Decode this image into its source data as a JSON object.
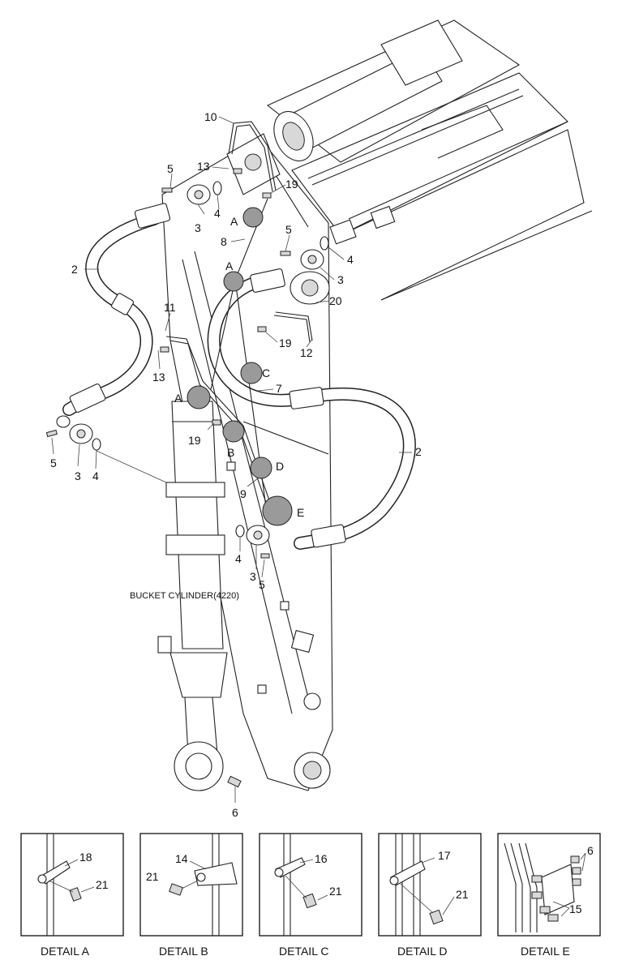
{
  "callouts": [
    {
      "id": "c10",
      "text": "10"
    },
    {
      "id": "c13a",
      "text": "13"
    },
    {
      "id": "c5a",
      "text": "5"
    },
    {
      "id": "c19a",
      "text": "19"
    },
    {
      "id": "cA1",
      "text": "A"
    },
    {
      "id": "c4a",
      "text": "4"
    },
    {
      "id": "c3a",
      "text": "3"
    },
    {
      "id": "c8",
      "text": "8"
    },
    {
      "id": "c5b",
      "text": "5"
    },
    {
      "id": "c4b",
      "text": "4"
    },
    {
      "id": "c2a",
      "text": "2"
    },
    {
      "id": "cA2",
      "text": "A"
    },
    {
      "id": "c3b",
      "text": "3"
    },
    {
      "id": "c20",
      "text": "20"
    },
    {
      "id": "c11",
      "text": "11"
    },
    {
      "id": "c19b",
      "text": "19"
    },
    {
      "id": "c12",
      "text": "12"
    },
    {
      "id": "c13b",
      "text": "13"
    },
    {
      "id": "cC",
      "text": "C"
    },
    {
      "id": "c7",
      "text": "7"
    },
    {
      "id": "cA3",
      "text": "A"
    },
    {
      "id": "c2b",
      "text": "2"
    },
    {
      "id": "c5c",
      "text": "5"
    },
    {
      "id": "c3c",
      "text": "3"
    },
    {
      "id": "c4c",
      "text": "4"
    },
    {
      "id": "c19c",
      "text": "19"
    },
    {
      "id": "cB",
      "text": "B"
    },
    {
      "id": "cD",
      "text": "D"
    },
    {
      "id": "c9",
      "text": "9"
    },
    {
      "id": "cE",
      "text": "E"
    },
    {
      "id": "c4d",
      "text": "4"
    },
    {
      "id": "c3d",
      "text": "3"
    },
    {
      "id": "c5d",
      "text": "5"
    },
    {
      "id": "c6",
      "text": "6"
    }
  ],
  "cylinder_label": "BUCKET CYLINDER(4220)",
  "details": [
    {
      "title": "DETAIL  A",
      "parts": [
        "18",
        "21"
      ]
    },
    {
      "title": "DETAIL  B",
      "parts": [
        "14",
        "21"
      ]
    },
    {
      "title": "DETAIL  C",
      "parts": [
        "16",
        "21"
      ]
    },
    {
      "title": "DETAIL  D",
      "parts": [
        "17",
        "21"
      ]
    },
    {
      "title": "DETAIL  E",
      "parts": [
        "6",
        "15"
      ]
    }
  ]
}
